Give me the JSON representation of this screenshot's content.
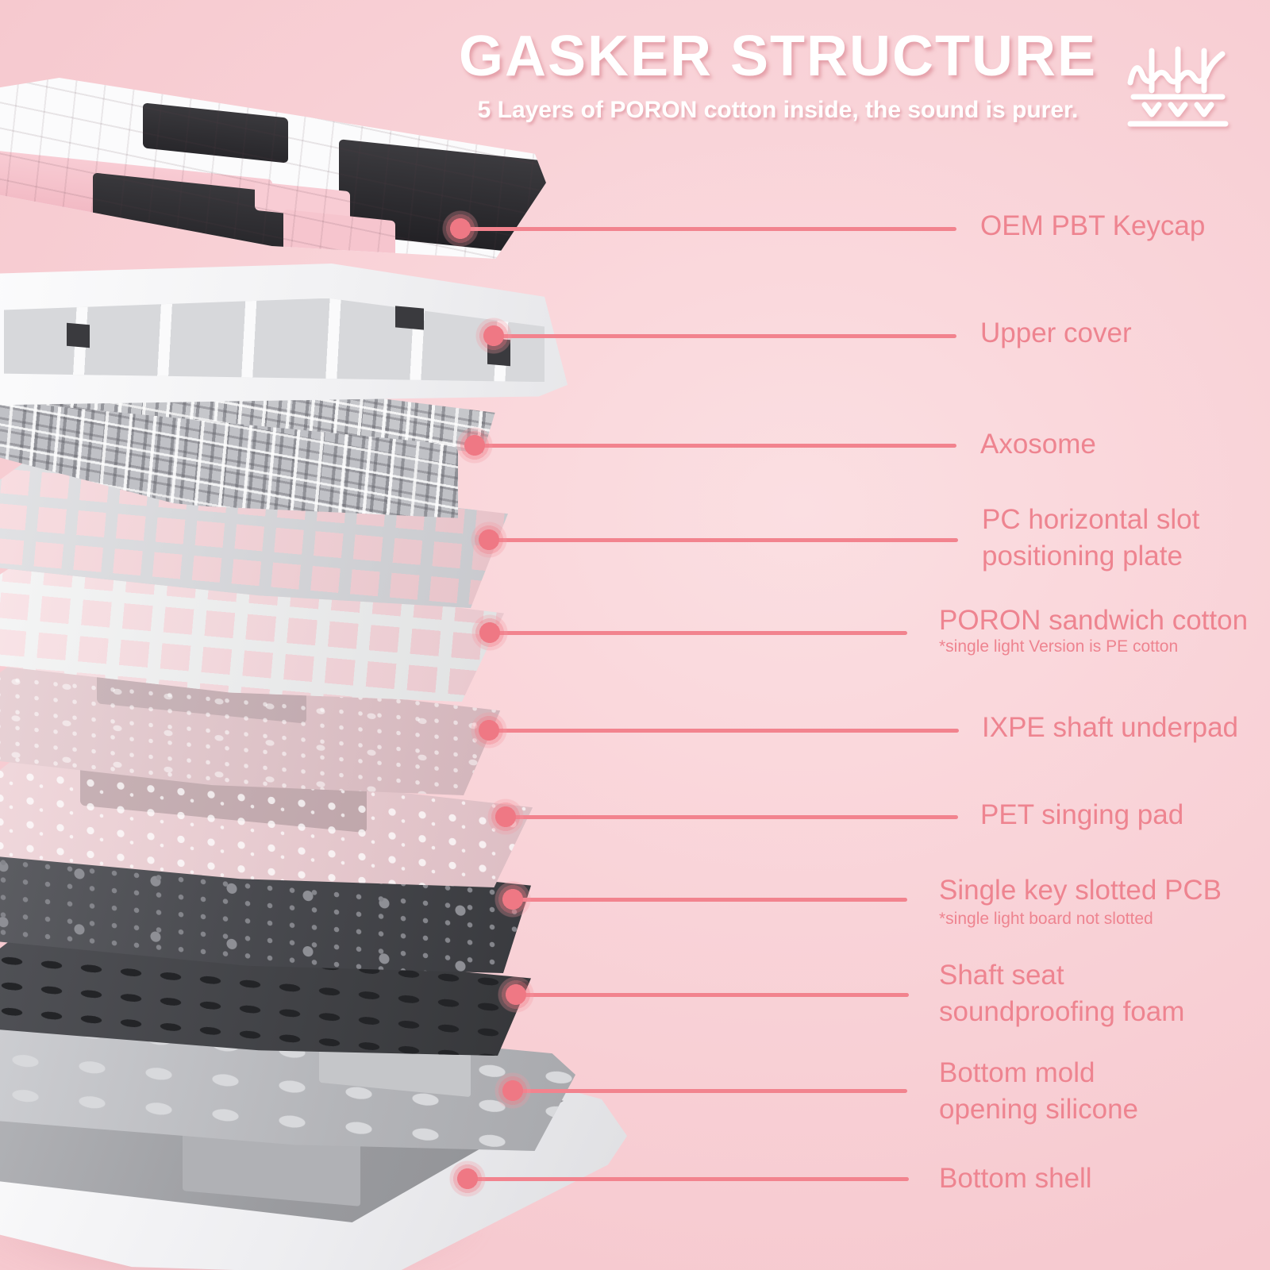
{
  "header": {
    "title": "GASKER STRUCTURE",
    "subtitle": "5 Layers of PORON cotton inside, the sound is purer.",
    "icon": "sound-dampening-layers-icon"
  },
  "colors": {
    "background_pink": "#f8d1d7",
    "accent_line": "#f2838e",
    "label_text": "#ee8490",
    "title_text": "#ffffff"
  },
  "callouts": [
    {
      "lines": [
        "OEM PBT Keycap"
      ]
    },
    {
      "lines": [
        "Upper cover"
      ]
    },
    {
      "lines": [
        "Axosome"
      ]
    },
    {
      "lines": [
        "PC horizontal slot",
        "positioning plate"
      ]
    },
    {
      "lines": [
        "PORON sandwich cotton"
      ],
      "note": "*single light Version is PE cotton"
    },
    {
      "lines": [
        "IXPE shaft underpad"
      ]
    },
    {
      "lines": [
        "PET singing pad"
      ]
    },
    {
      "lines": [
        "Single key slotted PCB"
      ],
      "note": "*single light board not slotted"
    },
    {
      "lines": [
        "Shaft seat",
        "soundproofing foam"
      ]
    },
    {
      "lines": [
        "Bottom mold",
        "opening silicone"
      ]
    },
    {
      "lines": [
        "Bottom shell"
      ]
    }
  ]
}
